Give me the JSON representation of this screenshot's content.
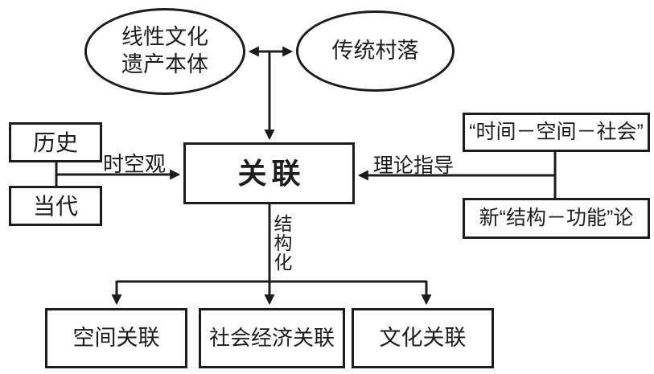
{
  "colors": {
    "ink": "#1c1c1c",
    "background": "#ffffff"
  },
  "nodes": {
    "heritage": {
      "line1": "线性文化",
      "line2": "遗产本体"
    },
    "village": {
      "label": "传统村落"
    },
    "center": {
      "label": "关联"
    },
    "history": {
      "label": "历史"
    },
    "modern": {
      "label": "当代"
    },
    "time_space_society": {
      "label": "“时间－空间－社会”"
    },
    "new_structure_function": {
      "label": "新“结构－功能”论"
    },
    "spatial": {
      "label": "空间关联"
    },
    "socio_economic": {
      "label": "社会经济关联"
    },
    "cultural": {
      "label": "文化关联"
    }
  },
  "edge_labels": {
    "time_space_view": "时空观",
    "theory_guidance": "理论指导",
    "structuring": "结构化"
  }
}
